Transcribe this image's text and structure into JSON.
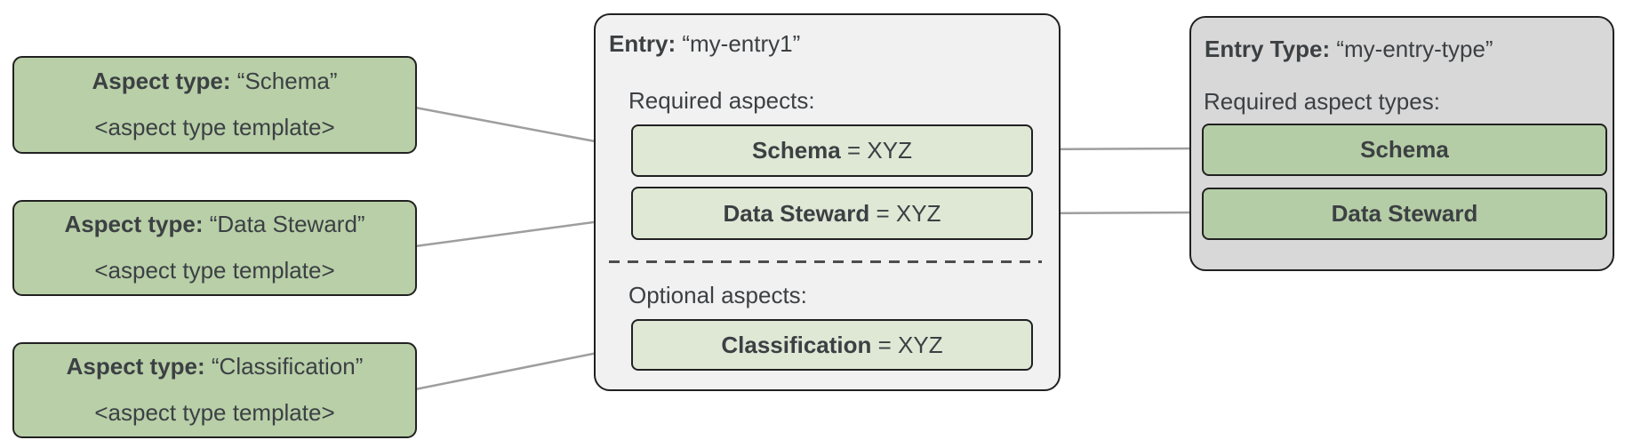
{
  "colors": {
    "aspect_card_green": "#b8cfa8",
    "entry_chip_green": "#dee8d5",
    "entry_type_chip_green": "#b5cda6",
    "entry_card_bg": "#f1f1f1",
    "entry_type_card_bg": "#d8d8d8",
    "border": "#212121",
    "connector_gray": "#9e9e9e",
    "text": "#3c4043"
  },
  "aspect_type_cards": [
    {
      "label": "Aspect type:",
      "name": "“Schema”",
      "template": "<aspect type template>"
    },
    {
      "label": "Aspect type:",
      "name": "“Data Steward”",
      "template": "<aspect type template>"
    },
    {
      "label": "Aspect type:",
      "name": "“Classification”",
      "template": "<aspect type template>"
    }
  ],
  "entry_card": {
    "label": "Entry:",
    "name": "“my-entry1”",
    "required_heading": "Required aspects:",
    "required_aspects": [
      {
        "name": "Schema",
        "value": " = XYZ"
      },
      {
        "name": "Data Steward",
        "value": " = XYZ"
      }
    ],
    "optional_heading": "Optional aspects:",
    "optional_aspects": [
      {
        "name": "Classification",
        "value": " = XYZ"
      }
    ]
  },
  "entry_type_card": {
    "label": "Entry Type:",
    "name": "“my-entry-type”",
    "required_heading": "Required aspect types:",
    "aspect_types": [
      {
        "name": "Schema"
      },
      {
        "name": "Data Steward"
      }
    ]
  }
}
